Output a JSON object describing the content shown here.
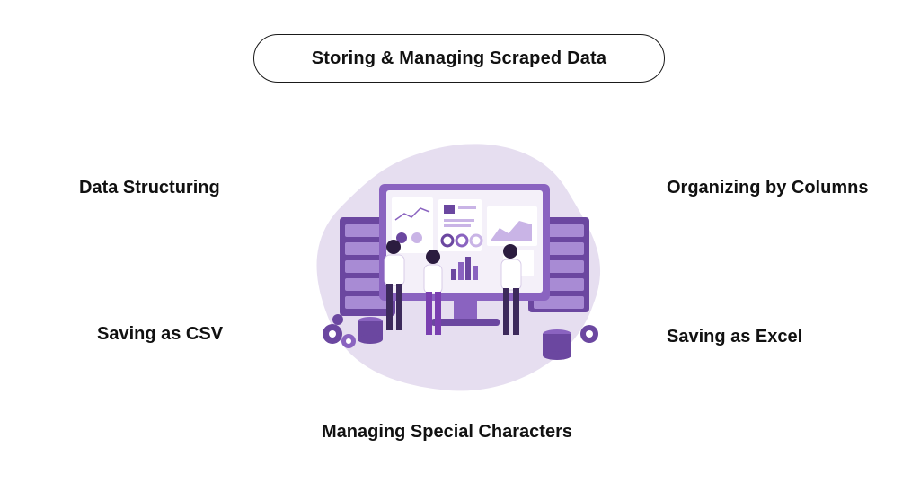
{
  "title": "Storing & Managing Scraped Data",
  "items": {
    "top_left": "Data Structuring",
    "top_right": "Organizing by Columns",
    "middle_left": "Saving as CSV",
    "middle_right": "Saving as Excel",
    "bottom": "Managing Special Characters"
  },
  "colors": {
    "blob": "#e6def0",
    "purple_dark": "#5a3a8a",
    "purple_mid": "#8a63c0",
    "purple_light": "#c9b4e6",
    "screen": "#f4f0f9"
  },
  "illustration": "data-analysts-at-monitor-illustration"
}
